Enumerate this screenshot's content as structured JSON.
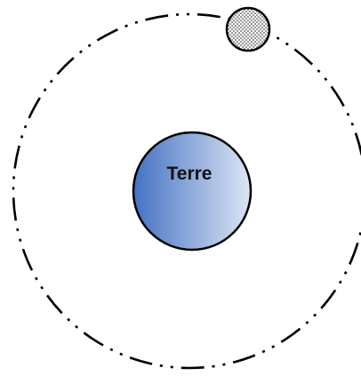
{
  "diagram": {
    "earth": {
      "label": "Terre",
      "gradient_start": "#4472c4",
      "gradient_end": "#dde6f4",
      "outline": "#000000"
    },
    "orbit": {
      "style": "dash-dot-dot",
      "color": "#000000"
    },
    "moon": {
      "fill": "dotted",
      "outline": "#000000"
    }
  }
}
